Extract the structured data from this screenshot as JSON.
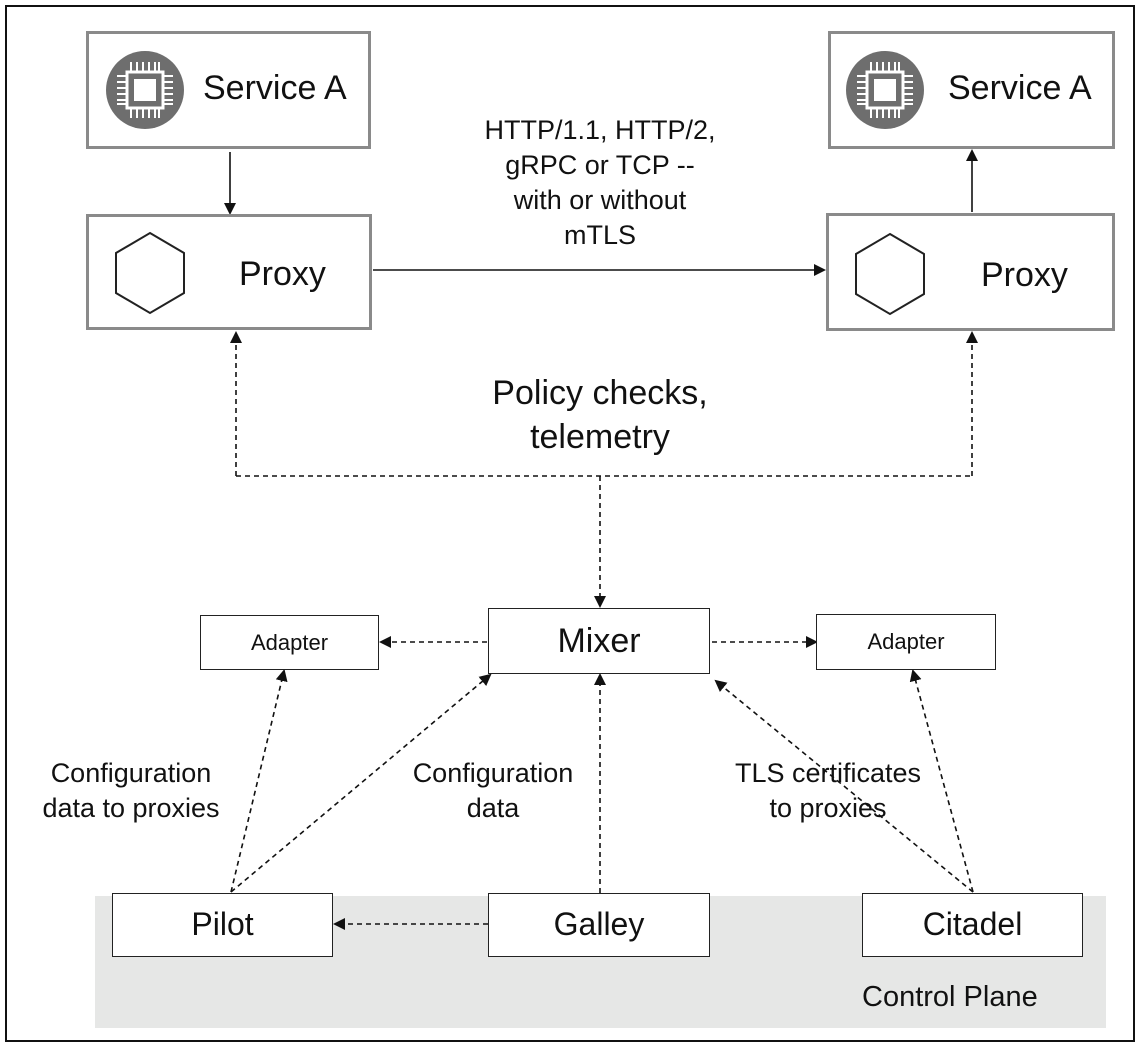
{
  "service_left": {
    "label": "Service A"
  },
  "service_right": {
    "label": "Service A"
  },
  "proxy_left": {
    "label": "Proxy"
  },
  "proxy_right": {
    "label": "Proxy"
  },
  "protocol_note": {
    "lines": [
      "HTTP/1.1, HTTP/2,",
      "gRPC or TCP --",
      "with or without",
      "mTLS"
    ]
  },
  "policy_note": {
    "lines": [
      "Policy checks,",
      "telemetry"
    ]
  },
  "mixer": {
    "label": "Mixer"
  },
  "adapter_left": {
    "label": "Adapter"
  },
  "adapter_right": {
    "label": "Adapter"
  },
  "pilot": {
    "label": "Pilot"
  },
  "galley": {
    "label": "Galley"
  },
  "citadel": {
    "label": "Citadel"
  },
  "control_plane": {
    "label": "Control Plane"
  },
  "config_proxies_note": {
    "lines": [
      "Configuration",
      "data to proxies"
    ]
  },
  "config_note": {
    "lines": [
      "Configuration",
      "data"
    ]
  },
  "tls_note": {
    "lines": [
      "TLS certificates",
      "to proxies"
    ]
  },
  "colors": {
    "control_plane_bg": "#e6e7e6",
    "service_box_border": "#8a8a8a",
    "chip_icon_fill": "#6e6e6e",
    "line": "#111111"
  },
  "icons": {
    "service": "chip-icon",
    "proxy": "hexagon-icon"
  }
}
